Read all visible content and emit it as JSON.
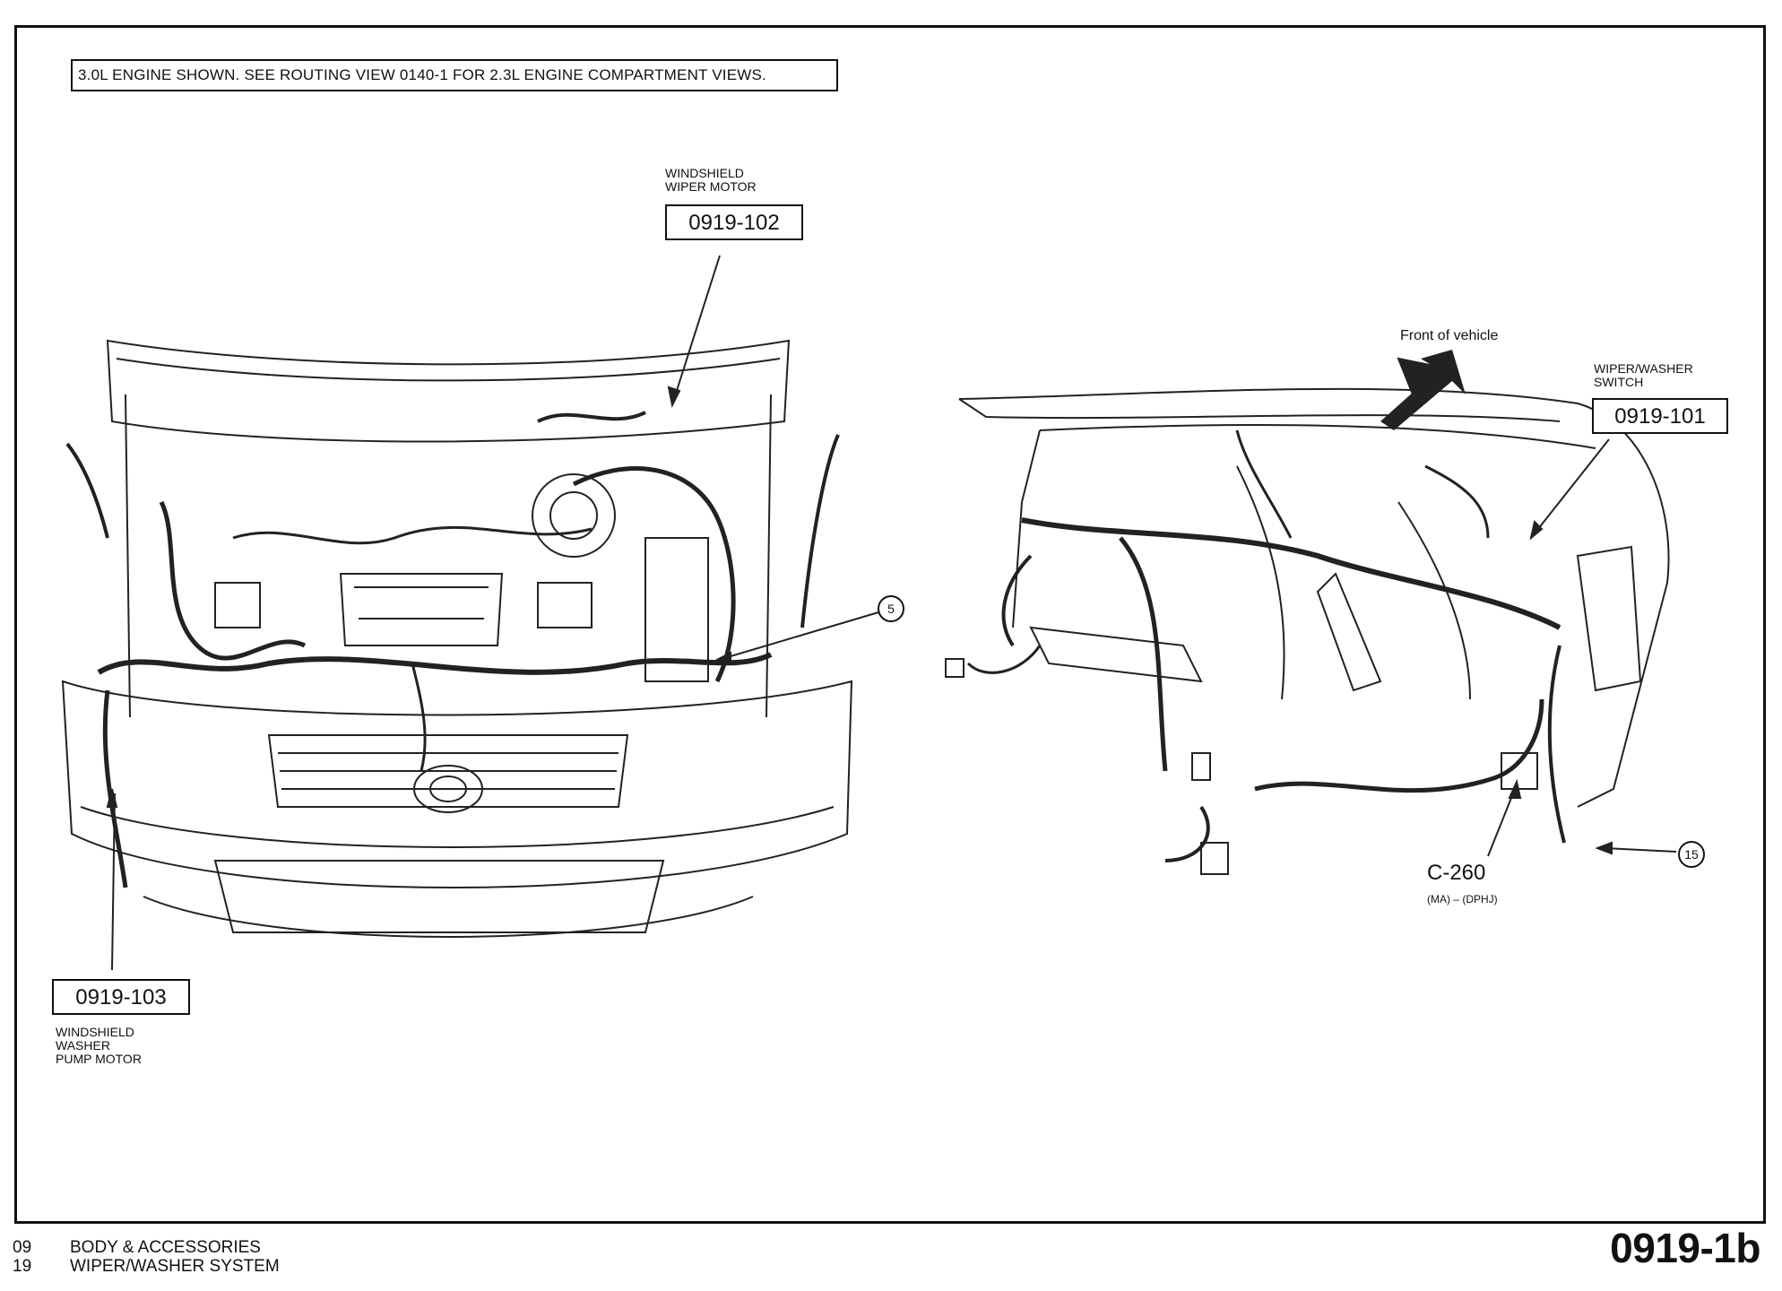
{
  "note": "3.0L ENGINE SHOWN. SEE ROUTING VIEW  0140-1 FOR 2.3L ENGINE COMPARTMENT VIEWS.",
  "engine_view": {
    "wiper_motor": {
      "label": "WINDSHIELD\nWIPER MOTOR",
      "ref": "0919-102"
    },
    "washer_pump": {
      "label": "WINDSHIELD\nWASHER\nPUMP MOTOR",
      "ref": "0919-103"
    },
    "callout": "5"
  },
  "dash_view": {
    "front_label": "Front of vehicle",
    "switch": {
      "label": "WIPER/WASHER\nSWITCH",
      "ref": "0919-101"
    },
    "connector": {
      "id": "C-260",
      "sub": "(MA) – (DPHJ)"
    },
    "callout": "15"
  },
  "footer": {
    "section_no": "09",
    "section_name": "BODY & ACCESSORIES",
    "subsection_no": "19",
    "subsection_name": "WIPER/WASHER SYSTEM",
    "sheet": "0919-1b"
  }
}
